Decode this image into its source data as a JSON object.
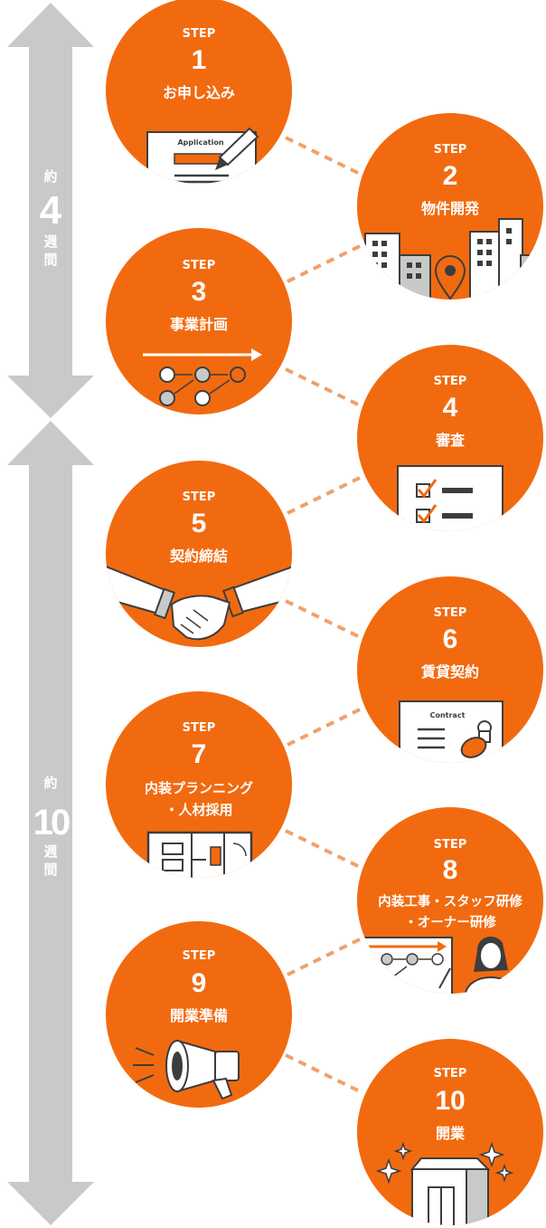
{
  "colors": {
    "accent": "#F26A0F",
    "connector": "#F0A16A",
    "arrow": "#C8CACA",
    "ink": "#3D3D3D",
    "paper": "#FFFFFF"
  },
  "durations": [
    {
      "prefix": "約",
      "number": "4",
      "suffix_1": "週",
      "suffix_2": "間"
    },
    {
      "prefix": "約",
      "number": "10",
      "suffix_1": "週",
      "suffix_2": "間"
    }
  ],
  "steps": [
    {
      "label": "STEP",
      "number": "1",
      "title_1": "お申し込み",
      "title_2": "",
      "icon": "application-form-icon",
      "icon_text": "Application"
    },
    {
      "label": "STEP",
      "number": "2",
      "title_1": "物件開発",
      "title_2": "",
      "icon": "city-buildings-location-pin-icon",
      "icon_text": ""
    },
    {
      "label": "STEP",
      "number": "3",
      "title_1": "事業計画",
      "title_2": "",
      "icon": "flow-plan-icon",
      "icon_text": ""
    },
    {
      "label": "STEP",
      "number": "4",
      "title_1": "審査",
      "title_2": "",
      "icon": "checklist-icon",
      "icon_text": ""
    },
    {
      "label": "STEP",
      "number": "5",
      "title_1": "契約締結",
      "title_2": "",
      "icon": "handshake-icon",
      "icon_text": ""
    },
    {
      "label": "STEP",
      "number": "6",
      "title_1": "賃貸契約",
      "title_2": "",
      "icon": "contract-stamp-icon",
      "icon_text": "Contract"
    },
    {
      "label": "STEP",
      "number": "7",
      "title_1": "内装プランニング",
      "title_2": "・人材採用",
      "icon": "floor-plan-icon",
      "icon_text": ""
    },
    {
      "label": "STEP",
      "number": "8",
      "title_1": "内装工事・スタッフ研修",
      "title_2": "・オーナー研修",
      "icon": "training-presenter-icon",
      "icon_text": ""
    },
    {
      "label": "STEP",
      "number": "9",
      "title_1": "開業準備",
      "title_2": "",
      "icon": "megaphone-icon",
      "icon_text": ""
    },
    {
      "label": "STEP",
      "number": "10",
      "title_1": "開業",
      "title_2": "",
      "icon": "sparkling-store-icon",
      "icon_text": ""
    }
  ]
}
